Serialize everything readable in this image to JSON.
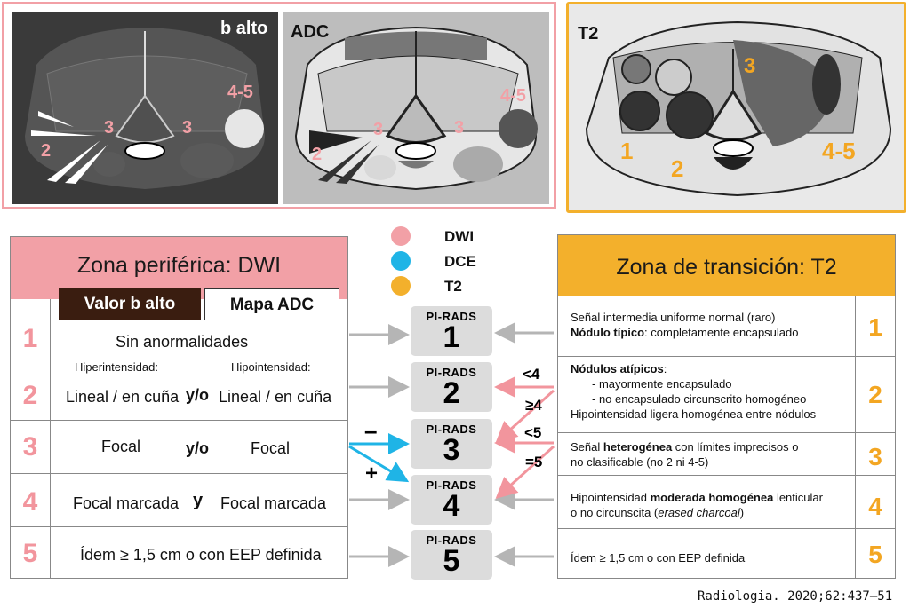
{
  "panels": {
    "b_alto": {
      "title": "b alto",
      "labels": [
        "4-5",
        "3",
        "3",
        "2"
      ]
    },
    "adc": {
      "title": "ADC",
      "labels": [
        "4-5",
        "3",
        "3",
        "2"
      ]
    },
    "t2": {
      "title": "T2",
      "labels": [
        "3",
        "1",
        "2",
        "4-5"
      ]
    }
  },
  "legend": [
    {
      "label": "DWI",
      "color": "#f2a0a6"
    },
    {
      "label": "DCE",
      "color": "#1fb4e6"
    },
    {
      "label": "T2",
      "color": "#f3b02c"
    }
  ],
  "pirads": {
    "label": "PI-RADS",
    "values": [
      "1",
      "2",
      "3",
      "4",
      "5"
    ]
  },
  "arrow_labels": {
    "lt4": "<4",
    "ge4": "≥4",
    "lt5": "<5",
    "eq5": "=5",
    "minus": "–",
    "plus": "+"
  },
  "left_table": {
    "title": "Zona periférica: DWI",
    "col_b": "Valor b alto",
    "col_adc": "Mapa ADC",
    "hyper_label": "Hiperintensidad:",
    "hypo_label": "Hipointensidad:",
    "rows": [
      {
        "num": "1",
        "full": "Sin anormalidades"
      },
      {
        "num": "2",
        "left": "Lineal / en cuña",
        "conj": "y/o",
        "right": "Lineal / en cuña"
      },
      {
        "num": "3",
        "left": "Focal",
        "conj": "y/o",
        "right": "Focal"
      },
      {
        "num": "4",
        "left": "Focal marcada",
        "conj": "y",
        "right": "Focal marcada"
      },
      {
        "num": "5",
        "full": "Ídem ≥ 1,5 cm o con EEP definida"
      }
    ]
  },
  "right_table": {
    "title": "Zona de transición: T2",
    "rows": [
      {
        "num": "1",
        "l1": "Señal intermedia uniforme normal (raro)",
        "l2b": "Nódulo típico",
        "l2": ": completamente encapsulado"
      },
      {
        "num": "2",
        "l1b": "Nódulos atípicos",
        "l1": ":",
        "l2": "- mayormente encapsulado",
        "l3": "- no encapsulado circunscrito homogéneo",
        "l4": "Hipointensidad ligera homogénea entre nódulos"
      },
      {
        "num": "3",
        "l1a": "Señal ",
        "l1b": "heterogénea",
        "l1c": " con límites imprecisos o",
        "l2": "no clasificable (no 2 ni 4-5)"
      },
      {
        "num": "4",
        "l1a": "Hipointensidad ",
        "l1b": "moderada homogénea",
        "l1c": " lenticular",
        "l2a": "o no circunscita (",
        "l2i": "erased charcoal",
        "l2c": ")"
      },
      {
        "num": "5",
        "l1": "Ídem ≥ 1,5 cm o con EEP definida"
      }
    ]
  },
  "citation": "Radiologia. 2020;62:437–51"
}
